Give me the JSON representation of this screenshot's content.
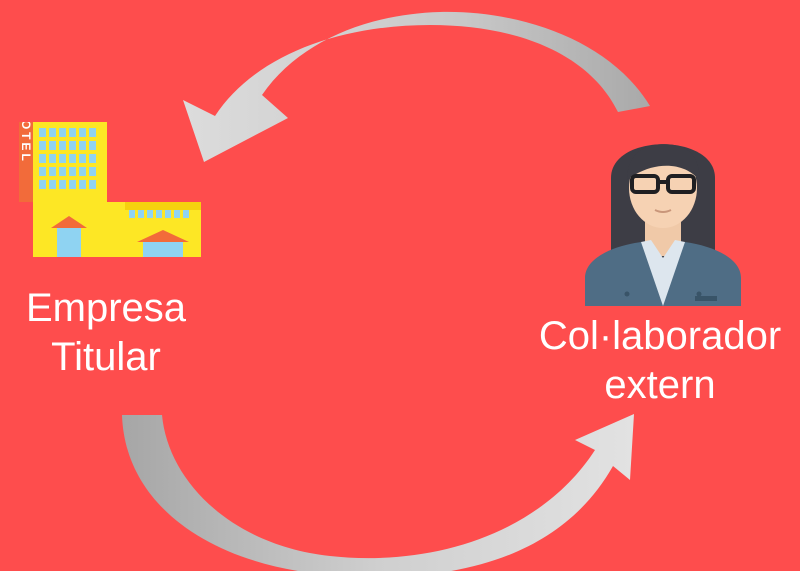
{
  "diagram": {
    "background_color": "#fe4d4d",
    "arrow_color": "#d9d9d9",
    "nodes": [
      {
        "id": "company",
        "icon": "hotel-building-icon",
        "sign_text": "HOTEL",
        "label_lines": [
          "Empresa",
          "Titular"
        ]
      },
      {
        "id": "collaborator",
        "icon": "woman-with-glasses-avatar-icon",
        "label_lines": [
          "Col·laborador",
          "extern"
        ]
      }
    ],
    "edges": [
      {
        "from": "collaborator",
        "to": "company",
        "direction": "top arc, right to left"
      },
      {
        "from": "company",
        "to": "collaborator",
        "direction": "bottom arc, left to right"
      }
    ]
  }
}
